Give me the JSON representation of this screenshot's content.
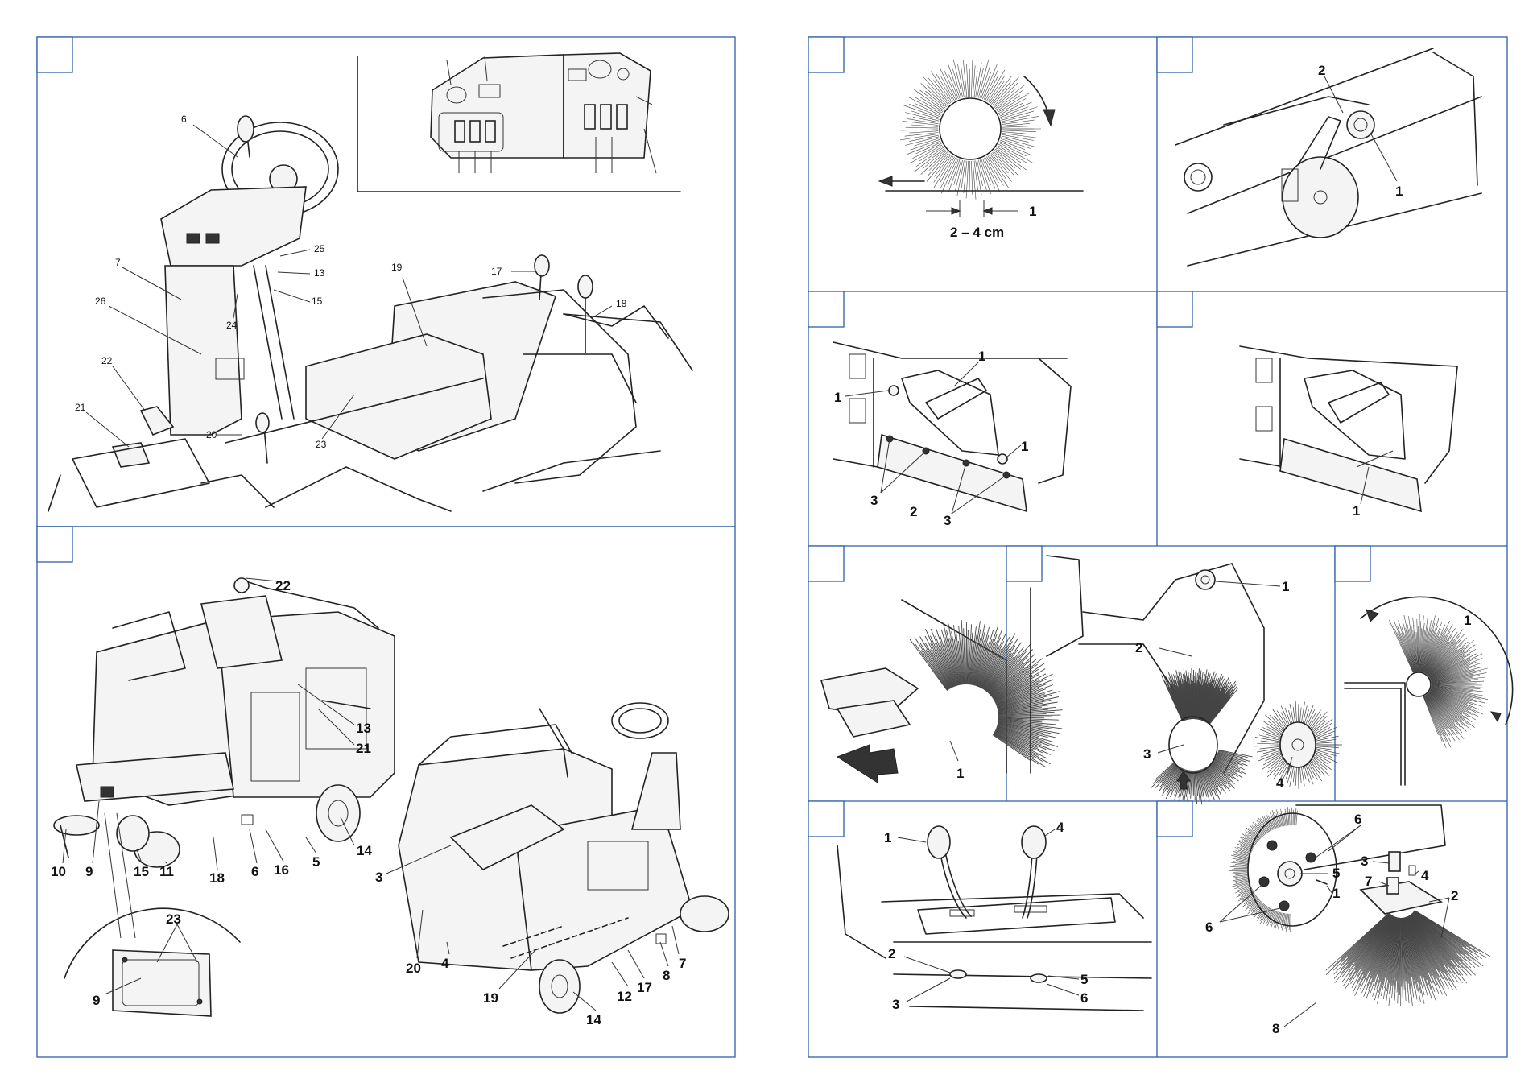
{
  "panel_a": {
    "callouts": [
      "6",
      "7",
      "26",
      "22",
      "21",
      "25",
      "13",
      "15",
      "24",
      "20",
      "23",
      "19",
      "17",
      "18"
    ]
  },
  "panel_b": {
    "callouts": [
      "22",
      "13",
      "21",
      "10",
      "9",
      "15",
      "11",
      "18",
      "6",
      "16",
      "5",
      "14",
      "23",
      "9",
      "3",
      "20",
      "4",
      "19",
      "12",
      "17",
      "8",
      "7",
      "14"
    ]
  },
  "panel_c": {
    "callouts": [
      "1"
    ],
    "measure": "2 – 4 cm"
  },
  "panel_d": {
    "callouts": [
      "2",
      "1"
    ]
  },
  "panel_e": {
    "callouts": [
      "1",
      "1",
      "1",
      "3",
      "2",
      "3"
    ]
  },
  "panel_f": {
    "callouts": [
      "1"
    ]
  },
  "panel_g": {
    "callouts": [
      "1"
    ]
  },
  "panel_h": {
    "callouts": [
      "1",
      "2",
      "3",
      "4"
    ]
  },
  "panel_i": {
    "callouts": [
      "1"
    ]
  },
  "panel_j": {
    "callouts": [
      "1",
      "4",
      "2",
      "3",
      "5",
      "6"
    ]
  },
  "panel_k": {
    "callouts": [
      "6",
      "3",
      "4",
      "5",
      "1",
      "7",
      "2",
      "6",
      "8"
    ]
  }
}
